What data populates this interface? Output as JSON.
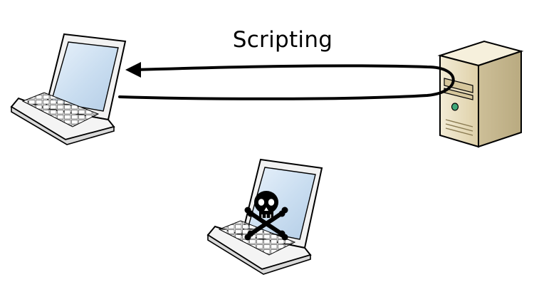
{
  "diagram": {
    "label": "Scripting",
    "nodes": [
      {
        "id": "client",
        "icon": "laptop-icon"
      },
      {
        "id": "server",
        "icon": "server-tower-icon"
      },
      {
        "id": "attacker",
        "icon": "laptop-skull-icon"
      }
    ],
    "edges": [
      {
        "from": "server",
        "to": "client",
        "style": "loop-arrow"
      }
    ]
  },
  "colors": {
    "stroke": "#000000",
    "screen": "#cfe3f5",
    "laptop_body": "#f4f4f4",
    "server_body": "#e7dcbe",
    "server_led": "#3fa878"
  }
}
